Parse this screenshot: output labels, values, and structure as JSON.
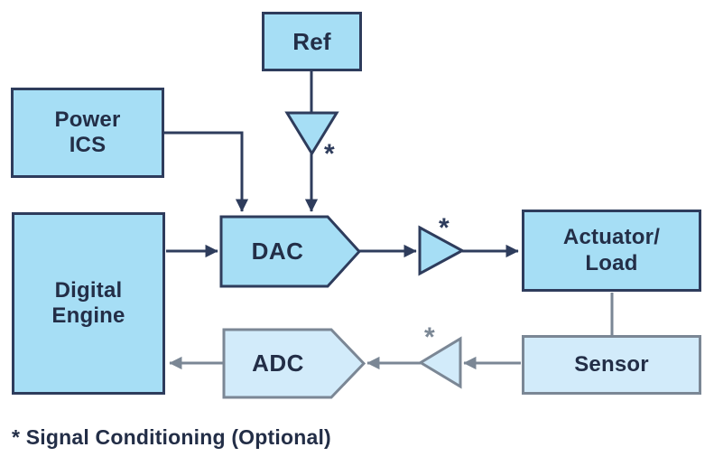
{
  "diagram": {
    "footnote": "* Signal Conditioning (Optional)",
    "asterisk_label": "*",
    "nodes": {
      "ref": {
        "label": "Ref"
      },
      "power": {
        "line1": "Power",
        "line2": "ICS"
      },
      "digital": {
        "line1": "Digital",
        "line2": "Engine"
      },
      "dac": {
        "label": "DAC"
      },
      "adc": {
        "label": "ADC"
      },
      "actuator": {
        "line1": "Actuator/",
        "line2": "Load"
      },
      "sensor": {
        "label": "Sensor"
      }
    },
    "colors": {
      "primary_fill": "#a6def5",
      "primary_stroke": "#2e3c5c",
      "secondary_fill": "#d2ebfa",
      "secondary_stroke": "#7b8795",
      "text": "#232e47",
      "background": "#ffffff"
    }
  }
}
